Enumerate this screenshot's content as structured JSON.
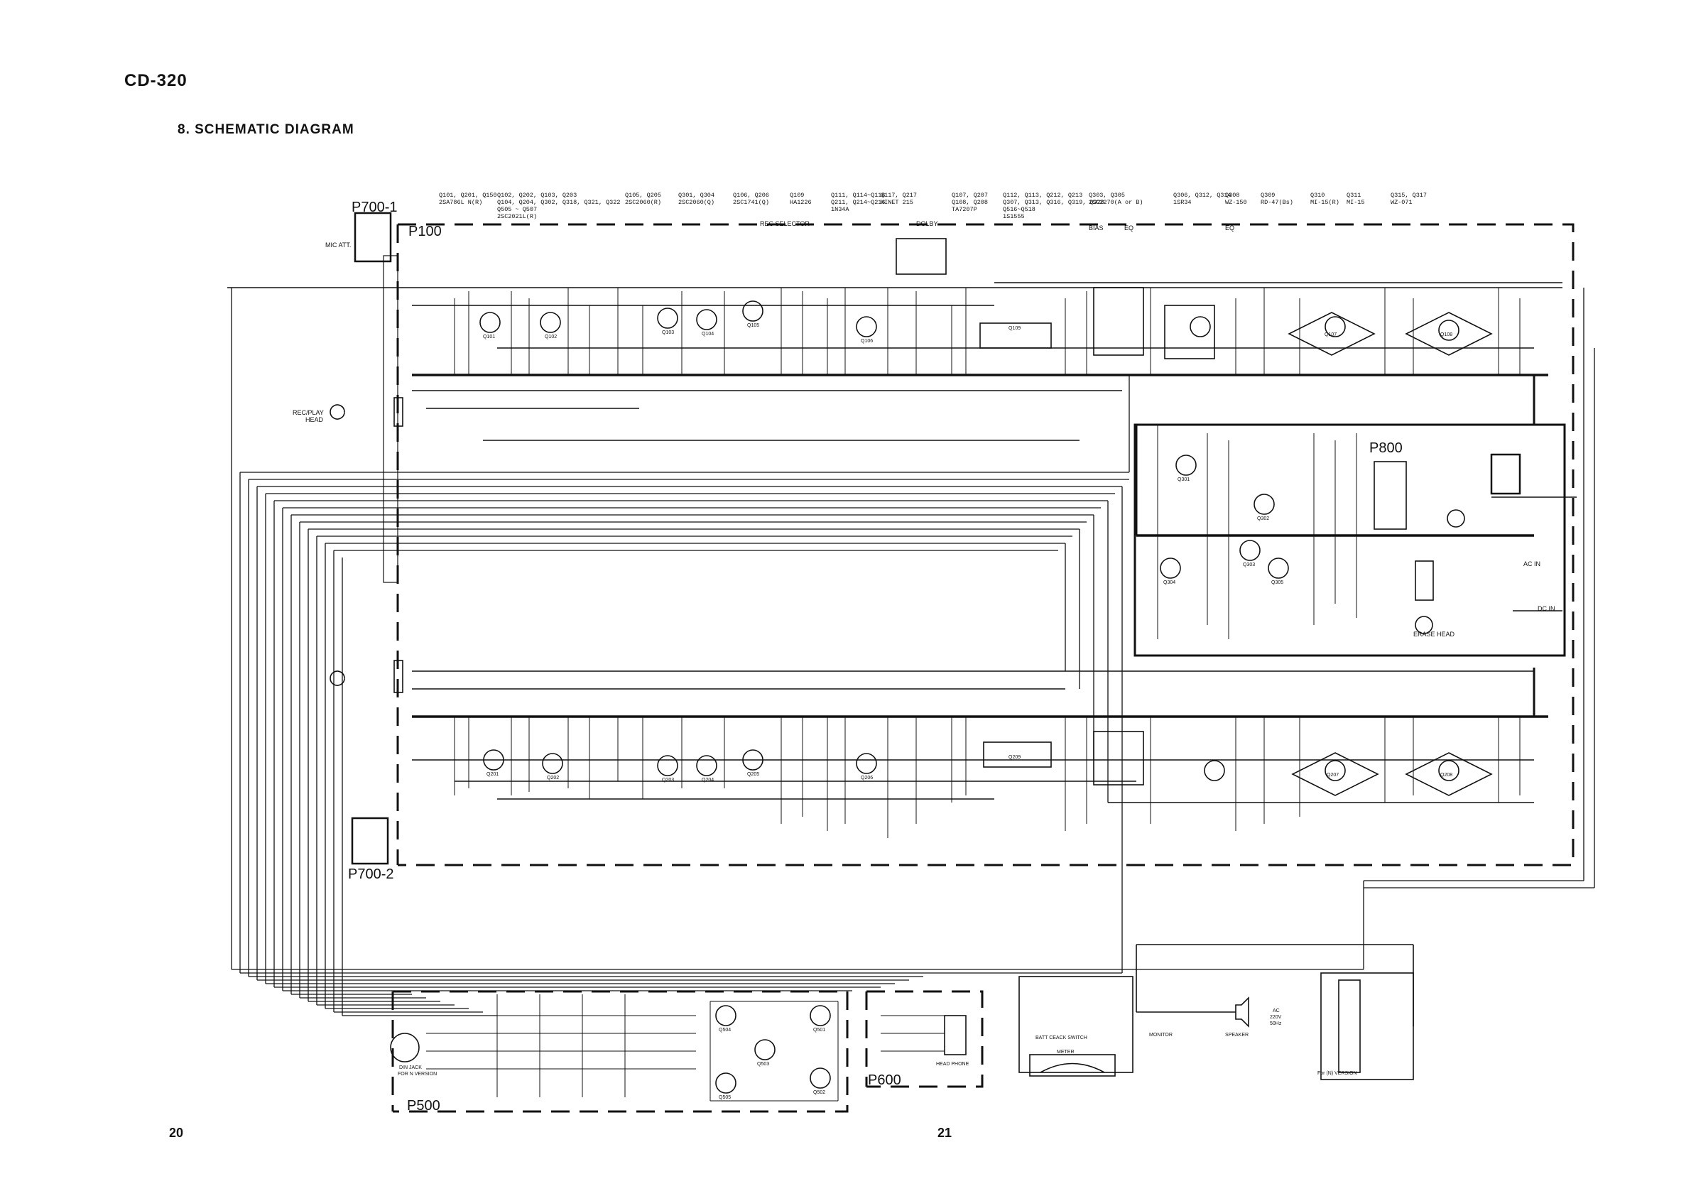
{
  "header": {
    "model": "CD-320",
    "title": "8. SCHEMATIC DIAGRAM"
  },
  "page_numbers": {
    "left": "20",
    "right": "21"
  },
  "transistor_list": [
    {
      "lines": [
        "Q101, Q201, Q150",
        "2SA786L N(R)"
      ]
    },
    {
      "lines": [
        "Q102, Q202, Q103, Q203",
        "Q104, Q204, Q302, Q318, Q321, Q322",
        "Q505 ~ Q507",
        "2SC2021L(R)"
      ]
    },
    {
      "lines": [
        "Q105, Q205",
        "2SC2060(R)"
      ]
    },
    {
      "lines": [
        "Q301, Q304",
        "2SC2060(Q)"
      ]
    },
    {
      "lines": [
        "Q106, Q206",
        "2SC1741(Q)"
      ]
    },
    {
      "lines": [
        "Q109",
        "HA1226"
      ]
    },
    {
      "lines": [
        "Q111, Q114~Q116",
        "Q211, Q214~Q216",
        "1N34A"
      ]
    },
    {
      "lines": [
        "Q117, Q217",
        "HINET 215"
      ]
    },
    {
      "lines": [
        "Q107, Q207",
        "Q108, Q208",
        "TA7207P"
      ]
    },
    {
      "lines": [
        "Q112, Q113, Q212, Q213",
        "Q307, Q313, Q316, Q319, Q320",
        "Q516~Q518",
        "1S1555"
      ]
    },
    {
      "lines": [
        "Q303, Q305",
        "2SC2270(A or B)"
      ]
    },
    {
      "lines": [
        "Q306, Q312, Q314",
        "1SR34"
      ]
    },
    {
      "lines": [
        "Q308",
        "WZ-150"
      ]
    },
    {
      "lines": [
        "Q309",
        "RD-47(Bs)"
      ]
    },
    {
      "lines": [
        "Q310",
        "MI-15(R)"
      ]
    },
    {
      "lines": [
        "Q311",
        "MI-15"
      ]
    },
    {
      "lines": [
        "Q315, Q317",
        "WZ-071"
      ]
    }
  ],
  "blocks": {
    "p700_1": "P700-1",
    "p700_2": "P700-2",
    "p100": "P100",
    "p800": "P800",
    "p500": "P500",
    "p600": "P600"
  },
  "labels": {
    "mic_att": "MIC ATT.",
    "rec_play_head": [
      "REC/PLAY",
      "HEAD"
    ],
    "rec_selector": "REC SELECTOR",
    "dolby": "DOLBY",
    "bias": "BIAS",
    "eq1": "EQ",
    "eq2": "EQ",
    "erase_head": "ERASE HEAD",
    "ac_in": "AC IN",
    "dc_in": "DC IN",
    "din_jack": [
      "DIN JACK",
      "FOR N VERSION"
    ],
    "head_phone": "HEAD PHONE",
    "batt_check_switch": "BATT CEACK SWITCH",
    "meter": "METER",
    "monitor": "MONITOR",
    "speaker": "SPEAKER",
    "ac_voltage": [
      "AC",
      "220V",
      "50Hz"
    ],
    "for_n_version": "For (N) VERSION"
  },
  "transistors_p100": [
    "Q101",
    "Q102",
    "Q103",
    "Q104",
    "Q105",
    "Q106",
    "Q109",
    "Q107",
    "Q108"
  ],
  "transistors_p200": [
    "Q201",
    "Q202",
    "Q203",
    "Q204",
    "Q205",
    "Q206",
    "Q209",
    "Q207",
    "Q208"
  ],
  "transistors_p800": [
    "Q301",
    "Q302",
    "Q303",
    "Q304",
    "Q305"
  ],
  "transistors_p500": [
    "Q501",
    "Q502",
    "Q503",
    "Q504",
    "Q505"
  ]
}
